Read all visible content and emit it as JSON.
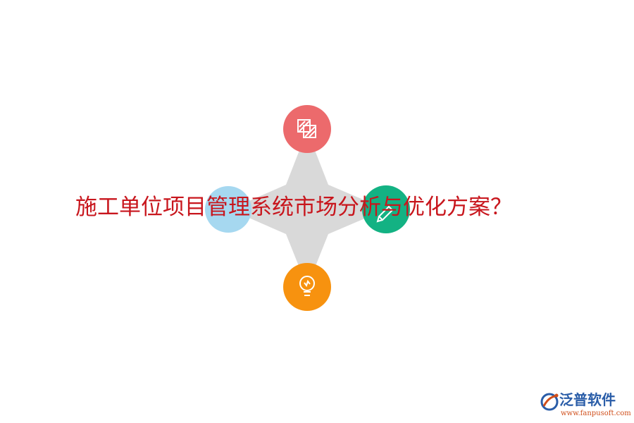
{
  "title": "施工单位项目管理系统市场分析与优化方案？",
  "diagram": {
    "nodes": [
      {
        "position": "top",
        "icon": "documents-icon",
        "color": "#ec6a6c"
      },
      {
        "position": "left",
        "icon": "blank",
        "color": "#a6d8f0"
      },
      {
        "position": "right",
        "icon": "pencil-icon",
        "color": "#13b283"
      },
      {
        "position": "bottom",
        "icon": "lightbulb-icon",
        "color": "#f7920f"
      }
    ],
    "star_color": "#d9d9d9"
  },
  "logo": {
    "brand": "泛普软件",
    "url": "www.fanpusoft.com",
    "brand_color": "#2a5da8",
    "url_color": "#d04e1a"
  }
}
